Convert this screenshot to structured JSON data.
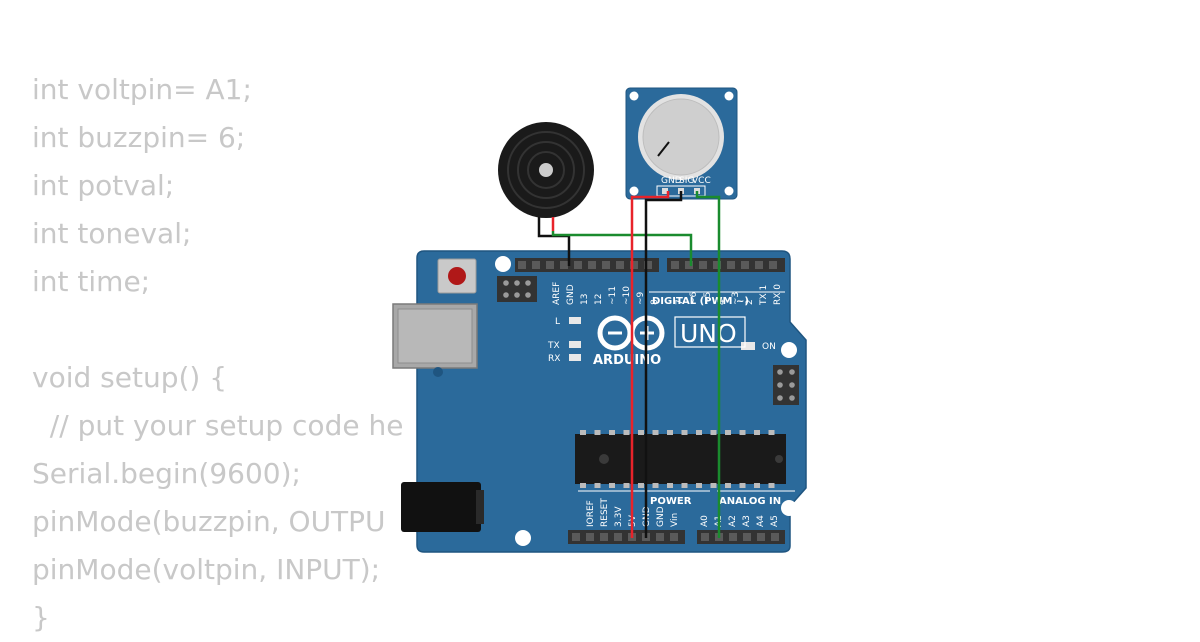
{
  "code_lines": [
    "int voltpin= A1;",
    "int buzzpin= 6;",
    "int potval;",
    "int toneval;",
    "int time;",
    "",
    "void setup() {",
    "  // put your setup code he",
    "Serial.begin(9600);",
    "pinMode(buzzpin, OUTPU",
    "pinMode(voltpin, INPUT);",
    "}"
  ],
  "board": {
    "brand": "ARDUINO",
    "model": "UNO",
    "digital_label": "DIGITAL (PWM ~)",
    "power_label": "POWER",
    "analog_label": "ANALOG IN",
    "led_l": "L",
    "led_tx": "TX",
    "led_rx": "RX",
    "led_on": "ON",
    "digital_pins": [
      "AREF",
      "GND",
      "13",
      "12",
      "~11",
      "~10",
      "~9",
      "8",
      "7",
      "~6",
      "~5",
      "4",
      "~3",
      "2",
      "TX 1",
      "RX 0"
    ],
    "power_pins": [
      "IOREF",
      "RESET",
      "3.3V",
      "5V",
      "GND",
      "GND",
      "Vin"
    ],
    "analog_pins": [
      "A0",
      "A1",
      "A2",
      "A3",
      "A4",
      "A5"
    ]
  },
  "potentiometer": {
    "pins": [
      "GND",
      "SIG",
      "VCC"
    ]
  },
  "colors": {
    "board": "#2b6a9b",
    "board_edge": "#1f5580",
    "header": "#333333",
    "wire_red": "#e8232a",
    "wire_black": "#111111",
    "wire_green": "#1a8b2e",
    "code_text": "#c8c8c8"
  }
}
